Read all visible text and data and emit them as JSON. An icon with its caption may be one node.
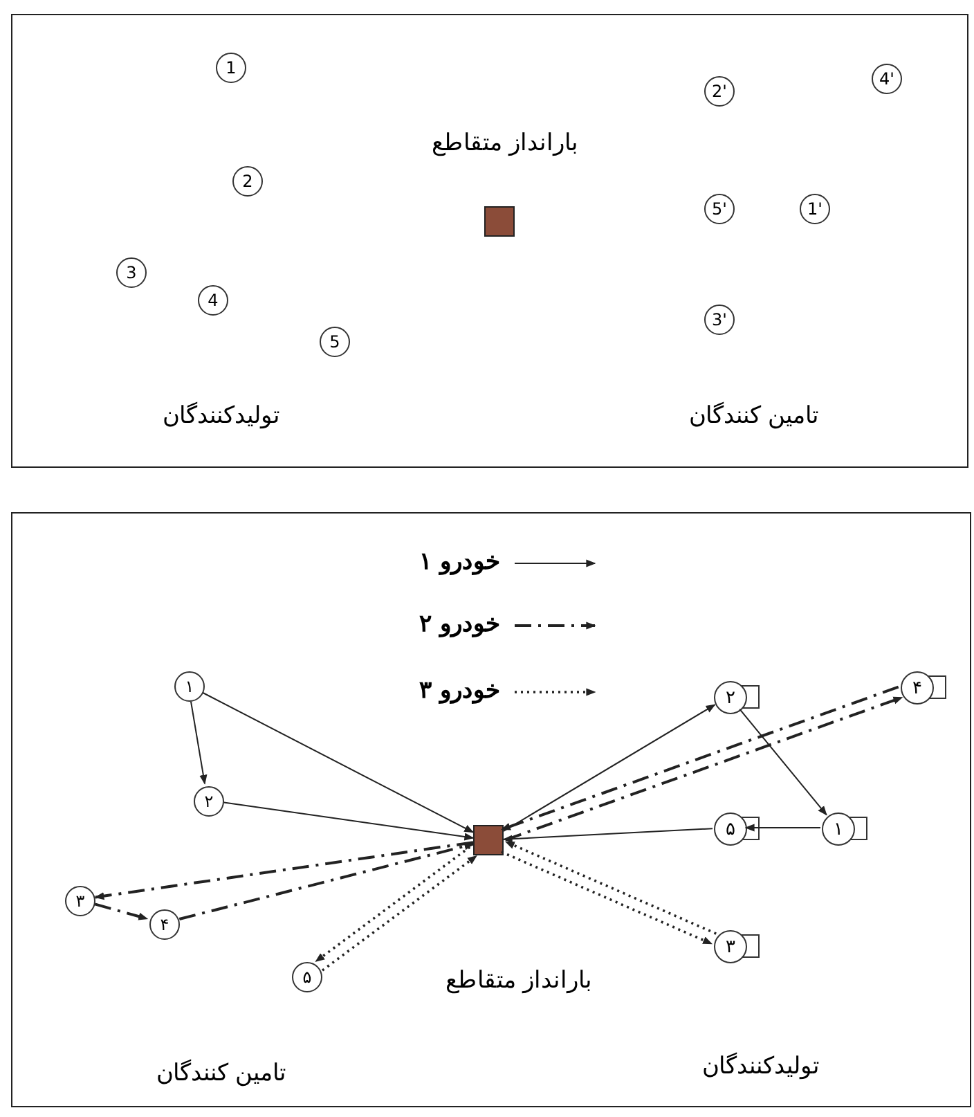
{
  "diagram": {
    "nodes": [
      {
        "text": [],
        "shape": "box"
      },
      {
        "text": [
          "1"
        ],
        "in": 0
      },
      {
        "text": [
          "2"
        ],
        "in": 0
      },
      {
        "text": [
          "3"
        ],
        "in": 0
      },
      {
        "text": [
          "4"
        ],
        "in": 0
      },
      {
        "text": [
          "5"
        ],
        "in": 0
      },
      {
        "text": [
          "2'"
        ],
        "in": 0
      },
      {
        "text": [
          "4'"
        ],
        "in": 0
      },
      {
        "text": [
          "5'"
        ],
        "in": 0
      },
      {
        "text": [
          "1'"
        ],
        "in": 0
      },
      {
        "text": [
          "3'"
        ],
        "in": 0
      },
      {
        "text": [],
        "shape": "box",
        "in": 0,
        "beside": [
          "بارانداز متقاطع"
        ]
      },
      {
        "text": [],
        "shape": "box"
      },
      {
        "text": [],
        "shape": "box",
        "in": 12
      },
      {
        "text": [
          "۱"
        ],
        "in": 12
      },
      {
        "text": [
          "۲"
        ],
        "in": 12
      },
      {
        "text": [
          "۳"
        ],
        "in": 12
      },
      {
        "text": [
          "۴"
        ],
        "in": 12
      },
      {
        "text": [
          "۵"
        ],
        "in": 12
      },
      {
        "text": [
          "۲"
        ],
        "in": 12
      },
      {
        "text": [
          "۴"
        ],
        "in": 12
      },
      {
        "text": [
          "۵"
        ],
        "in": 12
      },
      {
        "text": [
          "۱"
        ],
        "in": 12
      },
      {
        "text": [
          "۳"
        ],
        "in": 12
      }
    ],
    "edges": [
      {
        "from": 14,
        "to": 15,
        "arrow": "to"
      },
      {
        "from": 14,
        "to": 13,
        "arrow": "to"
      },
      {
        "from": 15,
        "to": 13,
        "arrow": "to"
      },
      {
        "from": 13,
        "to": 19,
        "arrow": "to"
      },
      {
        "from": 19,
        "to": 22,
        "arrow": "to"
      },
      {
        "from": 22,
        "to": 21,
        "arrow": "to"
      },
      {
        "from": 21,
        "to": 13,
        "arrow": "to"
      },
      {
        "from": 13,
        "to": 16,
        "arrow": "to",
        "style": "dashed"
      },
      {
        "from": 16,
        "to": 17,
        "arrow": "to",
        "style": "dashed"
      },
      {
        "from": 17,
        "to": 13,
        "arrow": "to",
        "style": "dashed"
      },
      {
        "from": 13,
        "to": 20,
        "arrow": "to",
        "style": "dashed"
      },
      {
        "from": 20,
        "to": 13,
        "arrow": "to",
        "style": "dashed"
      },
      {
        "from": 13,
        "to": 18,
        "arrow": "to",
        "style": "dashed"
      },
      {
        "from": 18,
        "to": 13,
        "arrow": "to",
        "style": "dashed"
      },
      {
        "from": 13,
        "to": 23,
        "arrow": "to",
        "style": "dashed"
      },
      {
        "from": 23,
        "to": 13,
        "arrow": "to",
        "style": "dashed"
      }
    ],
    "labels": [
      "تولیدکنندگان",
      "تامین کنندگان",
      "بارانداز متقاطع",
      "تامین کنندگان",
      "تولیدکنندگان"
    ],
    "legend": [
      {
        "text": "خودرو ۱"
      },
      {
        "text": "خودرو ۲"
      },
      {
        "text": "خودرو ۳"
      }
    ]
  }
}
